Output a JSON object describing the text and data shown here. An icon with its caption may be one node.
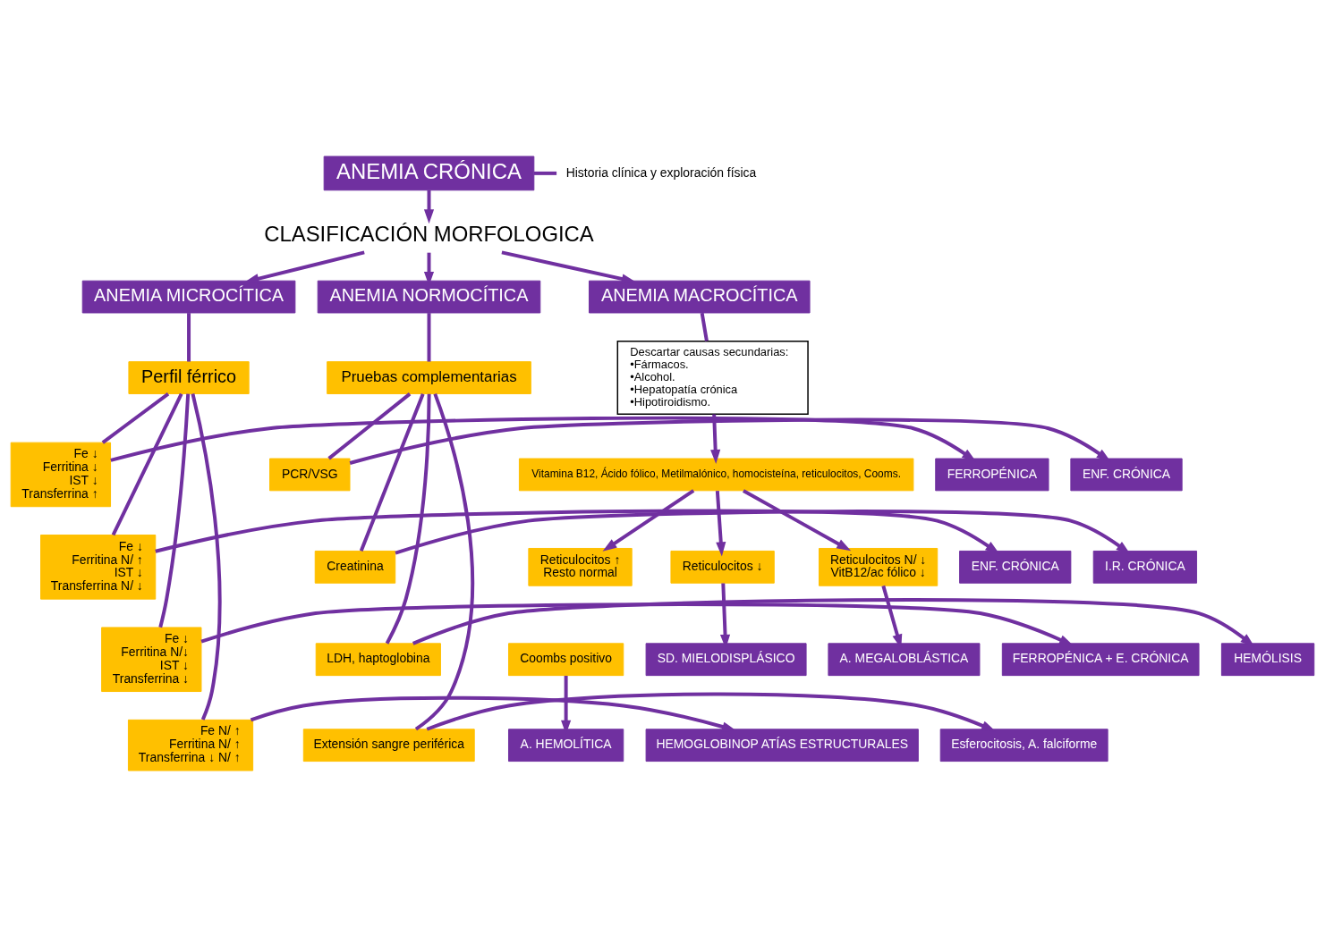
{
  "diagram": {
    "nodes": [
      {
        "text": [
          "ANEMIA CRÓNICA"
        ]
      },
      {
        "text": [
          "Historia clínica y exploración física"
        ]
      },
      {
        "text": [
          "CLASIFICACIÓN MORFOLOGICA"
        ]
      },
      {
        "text": [
          "ANEMIA MICROCÍTICA"
        ]
      },
      {
        "text": [
          "ANEMIA NORMOCÍTICA"
        ]
      },
      {
        "text": [
          "ANEMIA MACROCÍTICA"
        ]
      },
      {
        "text": [
          "Perfil férrico"
        ]
      },
      {
        "text": [
          "Pruebas complementarias"
        ]
      },
      {
        "text": [
          "Descartar causas secundarias:",
          "•Fármacos.",
          "•Alcohol.",
          "•Hepatopatía crónica",
          "•Hipotiroidismo."
        ]
      },
      {
        "text": [
          "FERROPÉNICA"
        ]
      },
      {
        "text": [
          "Fe ↓",
          "Ferritina ↓",
          "IST ↓",
          "Transferrina ↑"
        ]
      },
      {
        "text": [
          "ENF. CRÓNICA"
        ]
      },
      {
        "text": [
          "Fe ↓",
          "Ferritina N/ ↑",
          "IST ↓",
          "Transferrina N/ ↓"
        ]
      },
      {
        "text": [
          "FERROPÉNICA + E. CRÓNICA"
        ]
      },
      {
        "text": [
          "Fe ↓",
          "Ferritina N/↓",
          "IST ↓",
          "Transferrina ↓"
        ]
      },
      {
        "text": [
          "HEMOGLOBINOP ATÍAS ESTRUCTURALES"
        ]
      },
      {
        "text": [
          "Fe N/ ↑",
          "Ferritina N/ ↑",
          "Transferrina ↓ N/ ↑"
        ]
      },
      {
        "text": [
          "ENF. CRÓNICA"
        ]
      },
      {
        "text": [
          "PCR/VSG"
        ]
      },
      {
        "text": [
          "I.R. CRÓNICA"
        ]
      },
      {
        "text": [
          "Creatinina"
        ]
      },
      {
        "text": [
          "HEMÓLISIS"
        ]
      },
      {
        "text": [
          "LDH, haptoglobina"
        ]
      },
      {
        "text": [
          "Esferocitosis, A. falciforme"
        ]
      },
      {
        "text": [
          "Extensión sangre periférica"
        ]
      },
      {
        "text": [
          "Vitamina B12, Ácido fólico, Metilmalónico, homocisteína, reticulocitos, Cooms."
        ]
      },
      {
        "text": [
          "Reticulocitos ↑",
          "Resto normal"
        ]
      },
      {
        "text": [
          "Reticulocitos ↓"
        ]
      },
      {
        "text": [
          "Reticulocitos N/ ↓",
          "VitB12/ac fólico ↓"
        ]
      },
      {
        "text": [
          "Coombs positivo"
        ]
      },
      {
        "text": [
          "A. HEMOLÍTICA"
        ]
      },
      {
        "text": [
          "SD. MIELODISPLÁSICO"
        ]
      },
      {
        "text": [
          "A. MEGALOBLÁSTICA"
        ]
      }
    ],
    "edges": [
      {
        "from": 0,
        "to": 1,
        "arrow": "none"
      },
      {
        "from": 0,
        "to": 2,
        "arrow": "to"
      },
      {
        "from": 2,
        "to": 3,
        "arrow": "to"
      },
      {
        "from": 2,
        "to": 4,
        "arrow": "to"
      },
      {
        "from": 2,
        "to": 5,
        "arrow": "to"
      },
      {
        "from": 3,
        "to": 6,
        "arrow": "none"
      },
      {
        "from": 4,
        "to": 7,
        "arrow": "none"
      },
      {
        "from": 5,
        "to": 8,
        "arrow": "none"
      },
      {
        "from": 6,
        "to": 10,
        "arrow": "none"
      },
      {
        "from": 6,
        "to": 12,
        "arrow": "none"
      },
      {
        "from": 6,
        "to": 14,
        "arrow": "none"
      },
      {
        "from": 6,
        "to": 16,
        "arrow": "none"
      },
      {
        "from": 10,
        "to": 9,
        "arrow": "to"
      },
      {
        "from": 12,
        "to": 11,
        "arrow": "to"
      },
      {
        "from": 14,
        "to": 13,
        "arrow": "to"
      },
      {
        "from": 16,
        "to": 15,
        "arrow": "to"
      },
      {
        "from": 7,
        "to": 18,
        "arrow": "none"
      },
      {
        "from": 7,
        "to": 20,
        "arrow": "none"
      },
      {
        "from": 7,
        "to": 22,
        "arrow": "none"
      },
      {
        "from": 7,
        "to": 24,
        "arrow": "none"
      },
      {
        "from": 18,
        "to": 17,
        "arrow": "to"
      },
      {
        "from": 20,
        "to": 19,
        "arrow": "to"
      },
      {
        "from": 22,
        "to": 21,
        "arrow": "to"
      },
      {
        "from": 24,
        "to": 23,
        "arrow": "to"
      },
      {
        "from": 8,
        "to": 25,
        "arrow": "to"
      },
      {
        "from": 25,
        "to": 26,
        "arrow": "to"
      },
      {
        "from": 25,
        "to": 27,
        "arrow": "to"
      },
      {
        "from": 25,
        "to": 28,
        "arrow": "to"
      },
      {
        "from": 29,
        "to": 30,
        "arrow": "to"
      },
      {
        "from": 27,
        "to": 31,
        "arrow": "to"
      },
      {
        "from": 28,
        "to": 32,
        "arrow": "to"
      }
    ]
  }
}
